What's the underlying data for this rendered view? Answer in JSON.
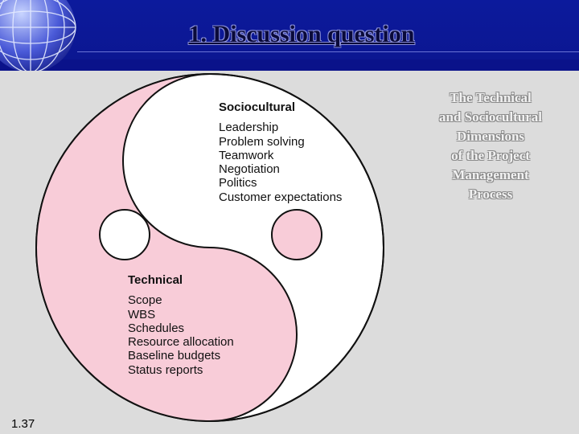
{
  "title": "1. Discussion question",
  "caption_lines": [
    "The Technical",
    "and Sociocultural",
    "Dimensions",
    "of the Project",
    "Management",
    "Process"
  ],
  "sociocultural": {
    "heading": "Sociocultural",
    "items": [
      "Leadership",
      "Problem solving",
      "Teamwork",
      "Negotiation",
      "Politics",
      "Customer expectations"
    ]
  },
  "technical": {
    "heading": "Technical",
    "items": [
      "Scope",
      "WBS",
      "Schedules",
      "Resource allocation",
      "Baseline budgets",
      "Status reports"
    ]
  },
  "slide_number": "1.37",
  "colors": {
    "header": "#0c1a9c",
    "pink": "#f8ccd8",
    "white": "#ffffff",
    "background": "#dcdcdc"
  },
  "icons": [
    "globe-icon"
  ]
}
